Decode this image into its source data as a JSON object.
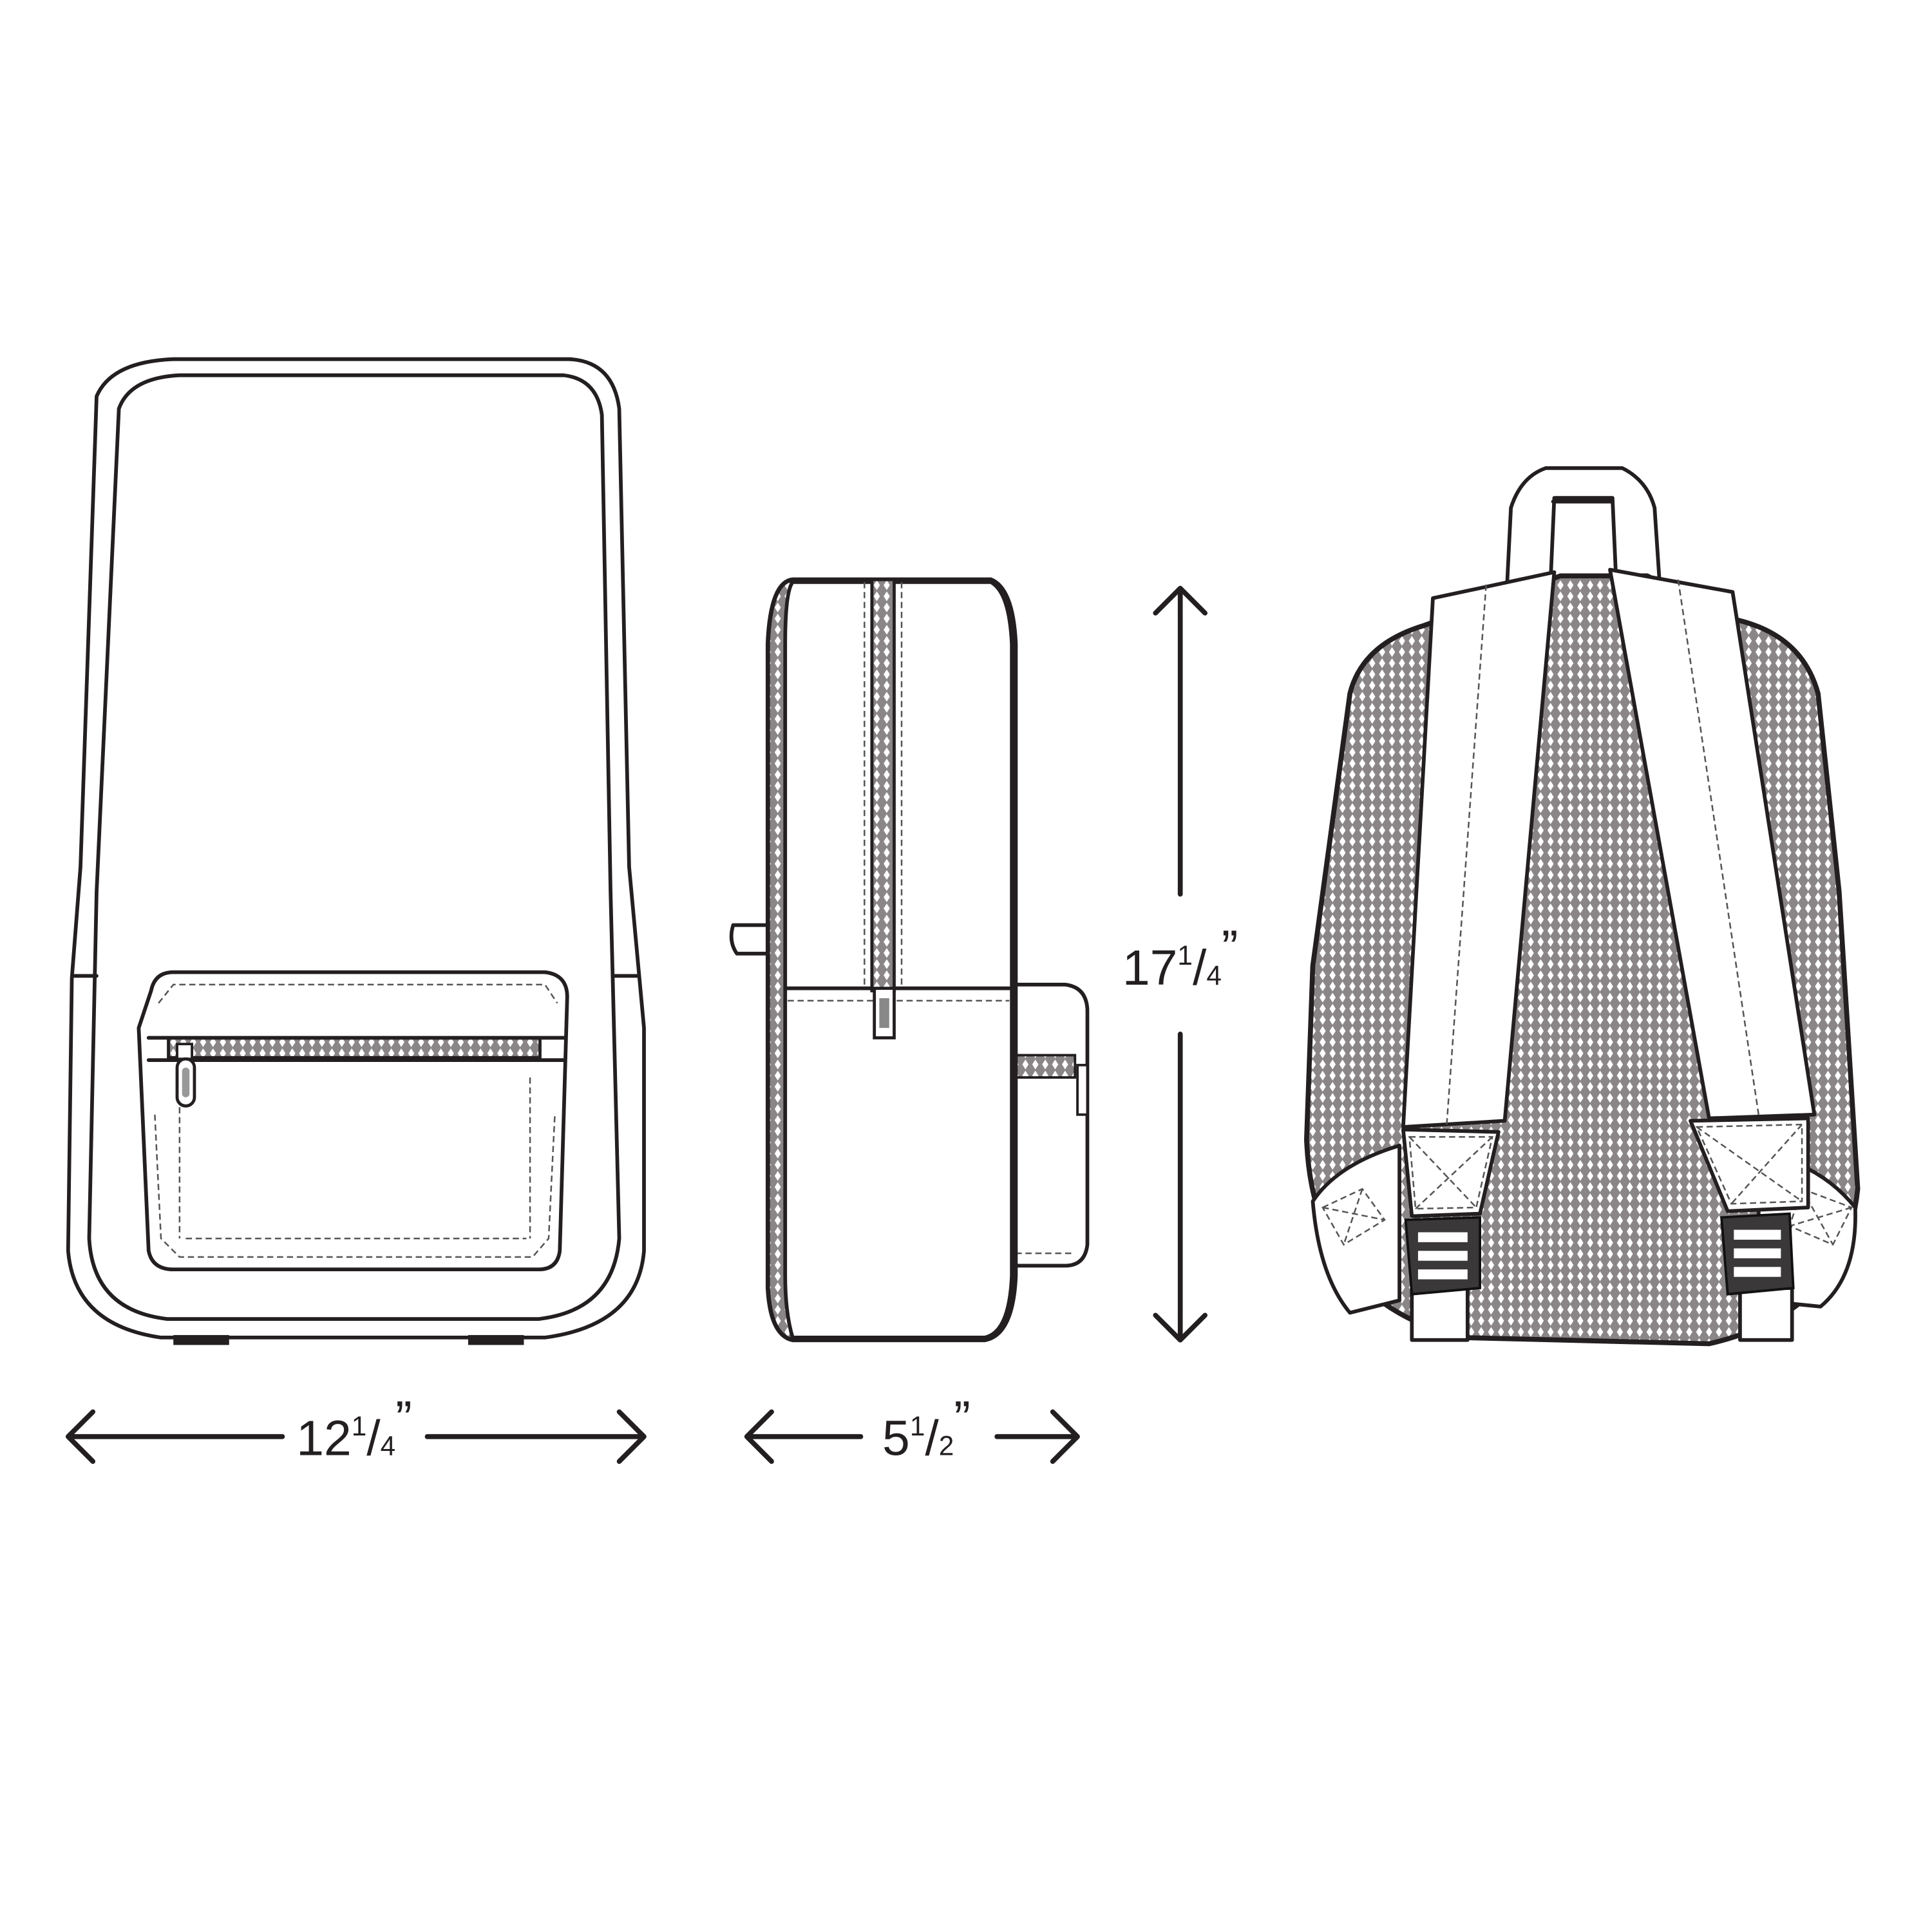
{
  "colors": {
    "line": "#231f20",
    "fabric_pattern": "#8a8586",
    "buckle": "#3a3839"
  },
  "views": [
    "front-view",
    "side-view",
    "back-view"
  ],
  "dimensions": {
    "width": {
      "whole": "12",
      "numerator": "1",
      "slash": "/",
      "denominator": "4",
      "unit": "”"
    },
    "depth": {
      "whole": "5",
      "numerator": "1",
      "slash": "/",
      "denominator": "2",
      "unit": "”"
    },
    "height": {
      "whole": "17",
      "numerator": "1",
      "slash": "/",
      "denominator": "4",
      "unit": "”"
    }
  }
}
